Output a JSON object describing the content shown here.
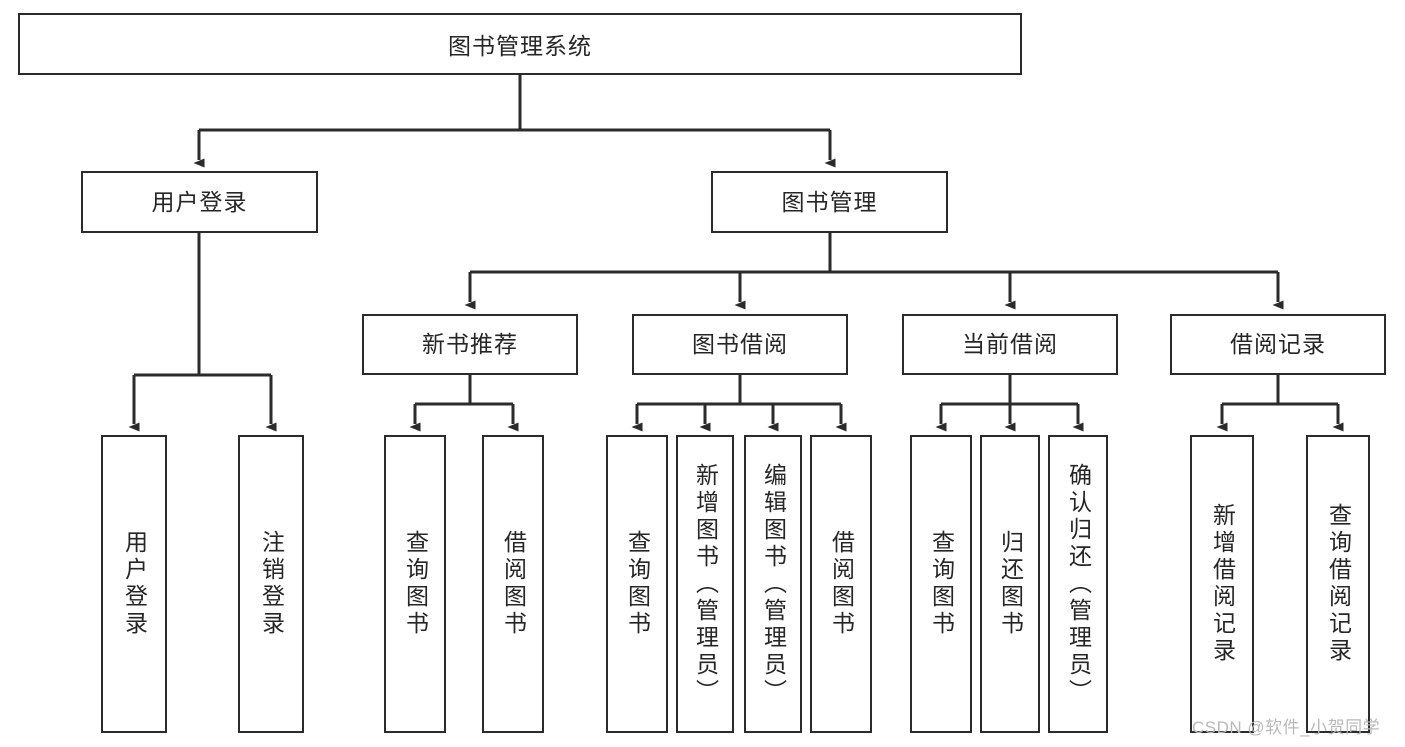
{
  "diagram": {
    "title": "图书管理系统",
    "type": "hierarchy-tree",
    "watermark": "CSDN @软件_小贺同学",
    "colors": {
      "stroke": "#2b2b2b",
      "fill": "#ffffff",
      "text": "#262626",
      "watermark": "#b9b9b9"
    },
    "levels": [
      {
        "level": 1,
        "nodes": [
          {
            "id": "root",
            "label": "图书管理系统",
            "orientation": "horizontal"
          }
        ]
      },
      {
        "level": 2,
        "nodes": [
          {
            "id": "user-login",
            "label": "用户登录",
            "orientation": "horizontal"
          },
          {
            "id": "book-manage",
            "label": "图书管理",
            "orientation": "horizontal"
          }
        ]
      },
      {
        "level": 3,
        "nodes": [
          {
            "id": "new-book-rec",
            "label": "新书推荐",
            "orientation": "horizontal"
          },
          {
            "id": "book-borrow",
            "label": "图书借阅",
            "orientation": "horizontal"
          },
          {
            "id": "current-borrow",
            "label": "当前借阅",
            "orientation": "horizontal"
          },
          {
            "id": "borrow-record",
            "label": "借阅记录",
            "orientation": "horizontal"
          }
        ]
      },
      {
        "level": 4,
        "nodes": [
          {
            "id": "leaf-user-login",
            "label": "用户登录",
            "orientation": "vertical",
            "parent": "user-login"
          },
          {
            "id": "leaf-logout",
            "label": "注销登录",
            "orientation": "vertical",
            "parent": "user-login"
          },
          {
            "id": "leaf-query-book-1",
            "label": "查询图书",
            "orientation": "vertical",
            "parent": "new-book-rec"
          },
          {
            "id": "leaf-borrow-book-1",
            "label": "借阅图书",
            "orientation": "vertical",
            "parent": "new-book-rec"
          },
          {
            "id": "leaf-query-book-2",
            "label": "查询图书",
            "orientation": "vertical",
            "parent": "book-borrow"
          },
          {
            "id": "leaf-add-book",
            "label": "新增图书（管理员）",
            "orientation": "vertical",
            "parent": "book-borrow"
          },
          {
            "id": "leaf-edit-book",
            "label": "编辑图书（管理员）",
            "orientation": "vertical",
            "parent": "book-borrow"
          },
          {
            "id": "leaf-borrow-book-2",
            "label": "借阅图书",
            "orientation": "vertical",
            "parent": "book-borrow"
          },
          {
            "id": "leaf-query-book-3",
            "label": "查询图书",
            "orientation": "vertical",
            "parent": "current-borrow"
          },
          {
            "id": "leaf-return-book",
            "label": "归还图书",
            "orientation": "vertical",
            "parent": "current-borrow"
          },
          {
            "id": "leaf-confirm-return",
            "label": "确认归还（管理员）",
            "orientation": "vertical",
            "parent": "current-borrow"
          },
          {
            "id": "leaf-add-record",
            "label": "新增借阅记录",
            "orientation": "vertical",
            "parent": "borrow-record"
          },
          {
            "id": "leaf-query-record",
            "label": "查询借阅记录",
            "orientation": "vertical",
            "parent": "borrow-record"
          }
        ]
      }
    ],
    "edges": [
      {
        "from": "root",
        "to": "user-login"
      },
      {
        "from": "root",
        "to": "book-manage"
      },
      {
        "from": "book-manage",
        "to": "new-book-rec"
      },
      {
        "from": "book-manage",
        "to": "book-borrow"
      },
      {
        "from": "book-manage",
        "to": "current-borrow"
      },
      {
        "from": "book-manage",
        "to": "borrow-record"
      },
      {
        "from": "user-login",
        "to": "leaf-user-login"
      },
      {
        "from": "user-login",
        "to": "leaf-logout"
      },
      {
        "from": "new-book-rec",
        "to": "leaf-query-book-1"
      },
      {
        "from": "new-book-rec",
        "to": "leaf-borrow-book-1"
      },
      {
        "from": "book-borrow",
        "to": "leaf-query-book-2"
      },
      {
        "from": "book-borrow",
        "to": "leaf-add-book"
      },
      {
        "from": "book-borrow",
        "to": "leaf-edit-book"
      },
      {
        "from": "book-borrow",
        "to": "leaf-borrow-book-2"
      },
      {
        "from": "current-borrow",
        "to": "leaf-query-book-3"
      },
      {
        "from": "current-borrow",
        "to": "leaf-return-book"
      },
      {
        "from": "current-borrow",
        "to": "leaf-confirm-return"
      },
      {
        "from": "borrow-record",
        "to": "leaf-add-record"
      },
      {
        "from": "borrow-record",
        "to": "leaf-query-record"
      }
    ]
  }
}
